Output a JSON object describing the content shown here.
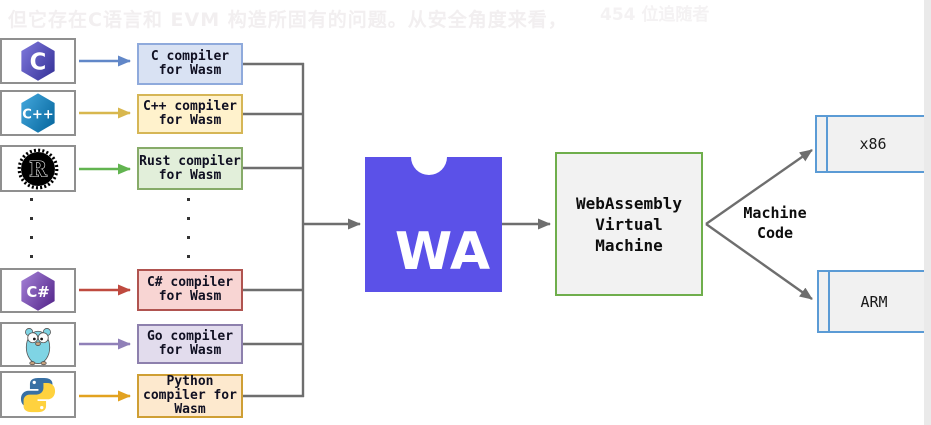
{
  "watermark": {
    "line": "但它存在C语言和 EVM 构造所固有的问题。从安全角度来看，",
    "followers": "454 位追随者"
  },
  "pipeline": {
    "sources": [
      {
        "name": "C",
        "icon": "c-logo-icon",
        "icon_text": "C",
        "label": "C compiler for Wasm",
        "arrow_color": "#6187c8",
        "box_fill": "#d9e2f3",
        "box_border": "#8faadc"
      },
      {
        "name": "C++",
        "icon": "cpp-logo-icon",
        "icon_text": "C++",
        "label": "C++ compiler for Wasm",
        "arrow_color": "#d8b74e",
        "box_fill": "#fff2cc",
        "box_border": "#d6b656"
      },
      {
        "name": "Rust",
        "icon": "rust-logo-icon",
        "icon_text": "R",
        "label": "Rust compiler for Wasm",
        "arrow_color": "#62b450",
        "box_fill": "#e2efda",
        "box_border": "#87ab69"
      },
      {
        "name": "C#",
        "icon": "csharp-logo-icon",
        "icon_text": "C#",
        "label": "C# compiler for Wasm",
        "arrow_color": "#bf4a3f",
        "box_fill": "#f8d5d3",
        "box_border": "#b05450"
      },
      {
        "name": "Go",
        "icon": "go-gopher-icon",
        "icon_text": "",
        "label": "Go compiler for Wasm",
        "arrow_color": "#9080b8",
        "box_fill": "#e2dced",
        "box_border": "#8d80ad"
      },
      {
        "name": "Python",
        "icon": "python-logo-icon",
        "icon_text": "",
        "label": "Python compiler for Wasm",
        "arrow_color": "#e2a220",
        "box_fill": "#fde9ce",
        "box_border": "#cf9f34"
      }
    ],
    "ellipsis_dots_per_column": 4,
    "wasm_logo_text": "WA",
    "wasm_color": "#5b51e8",
    "vm_label": "WebAssembly Virtual Machine",
    "vm_border_color": "#6fae4c",
    "machine_code_label": "Machine Code",
    "targets": [
      {
        "label": "x86"
      },
      {
        "label": "ARM"
      }
    ],
    "target_border_color": "#5b9bd5",
    "connector_color": "#6e6e6e"
  }
}
